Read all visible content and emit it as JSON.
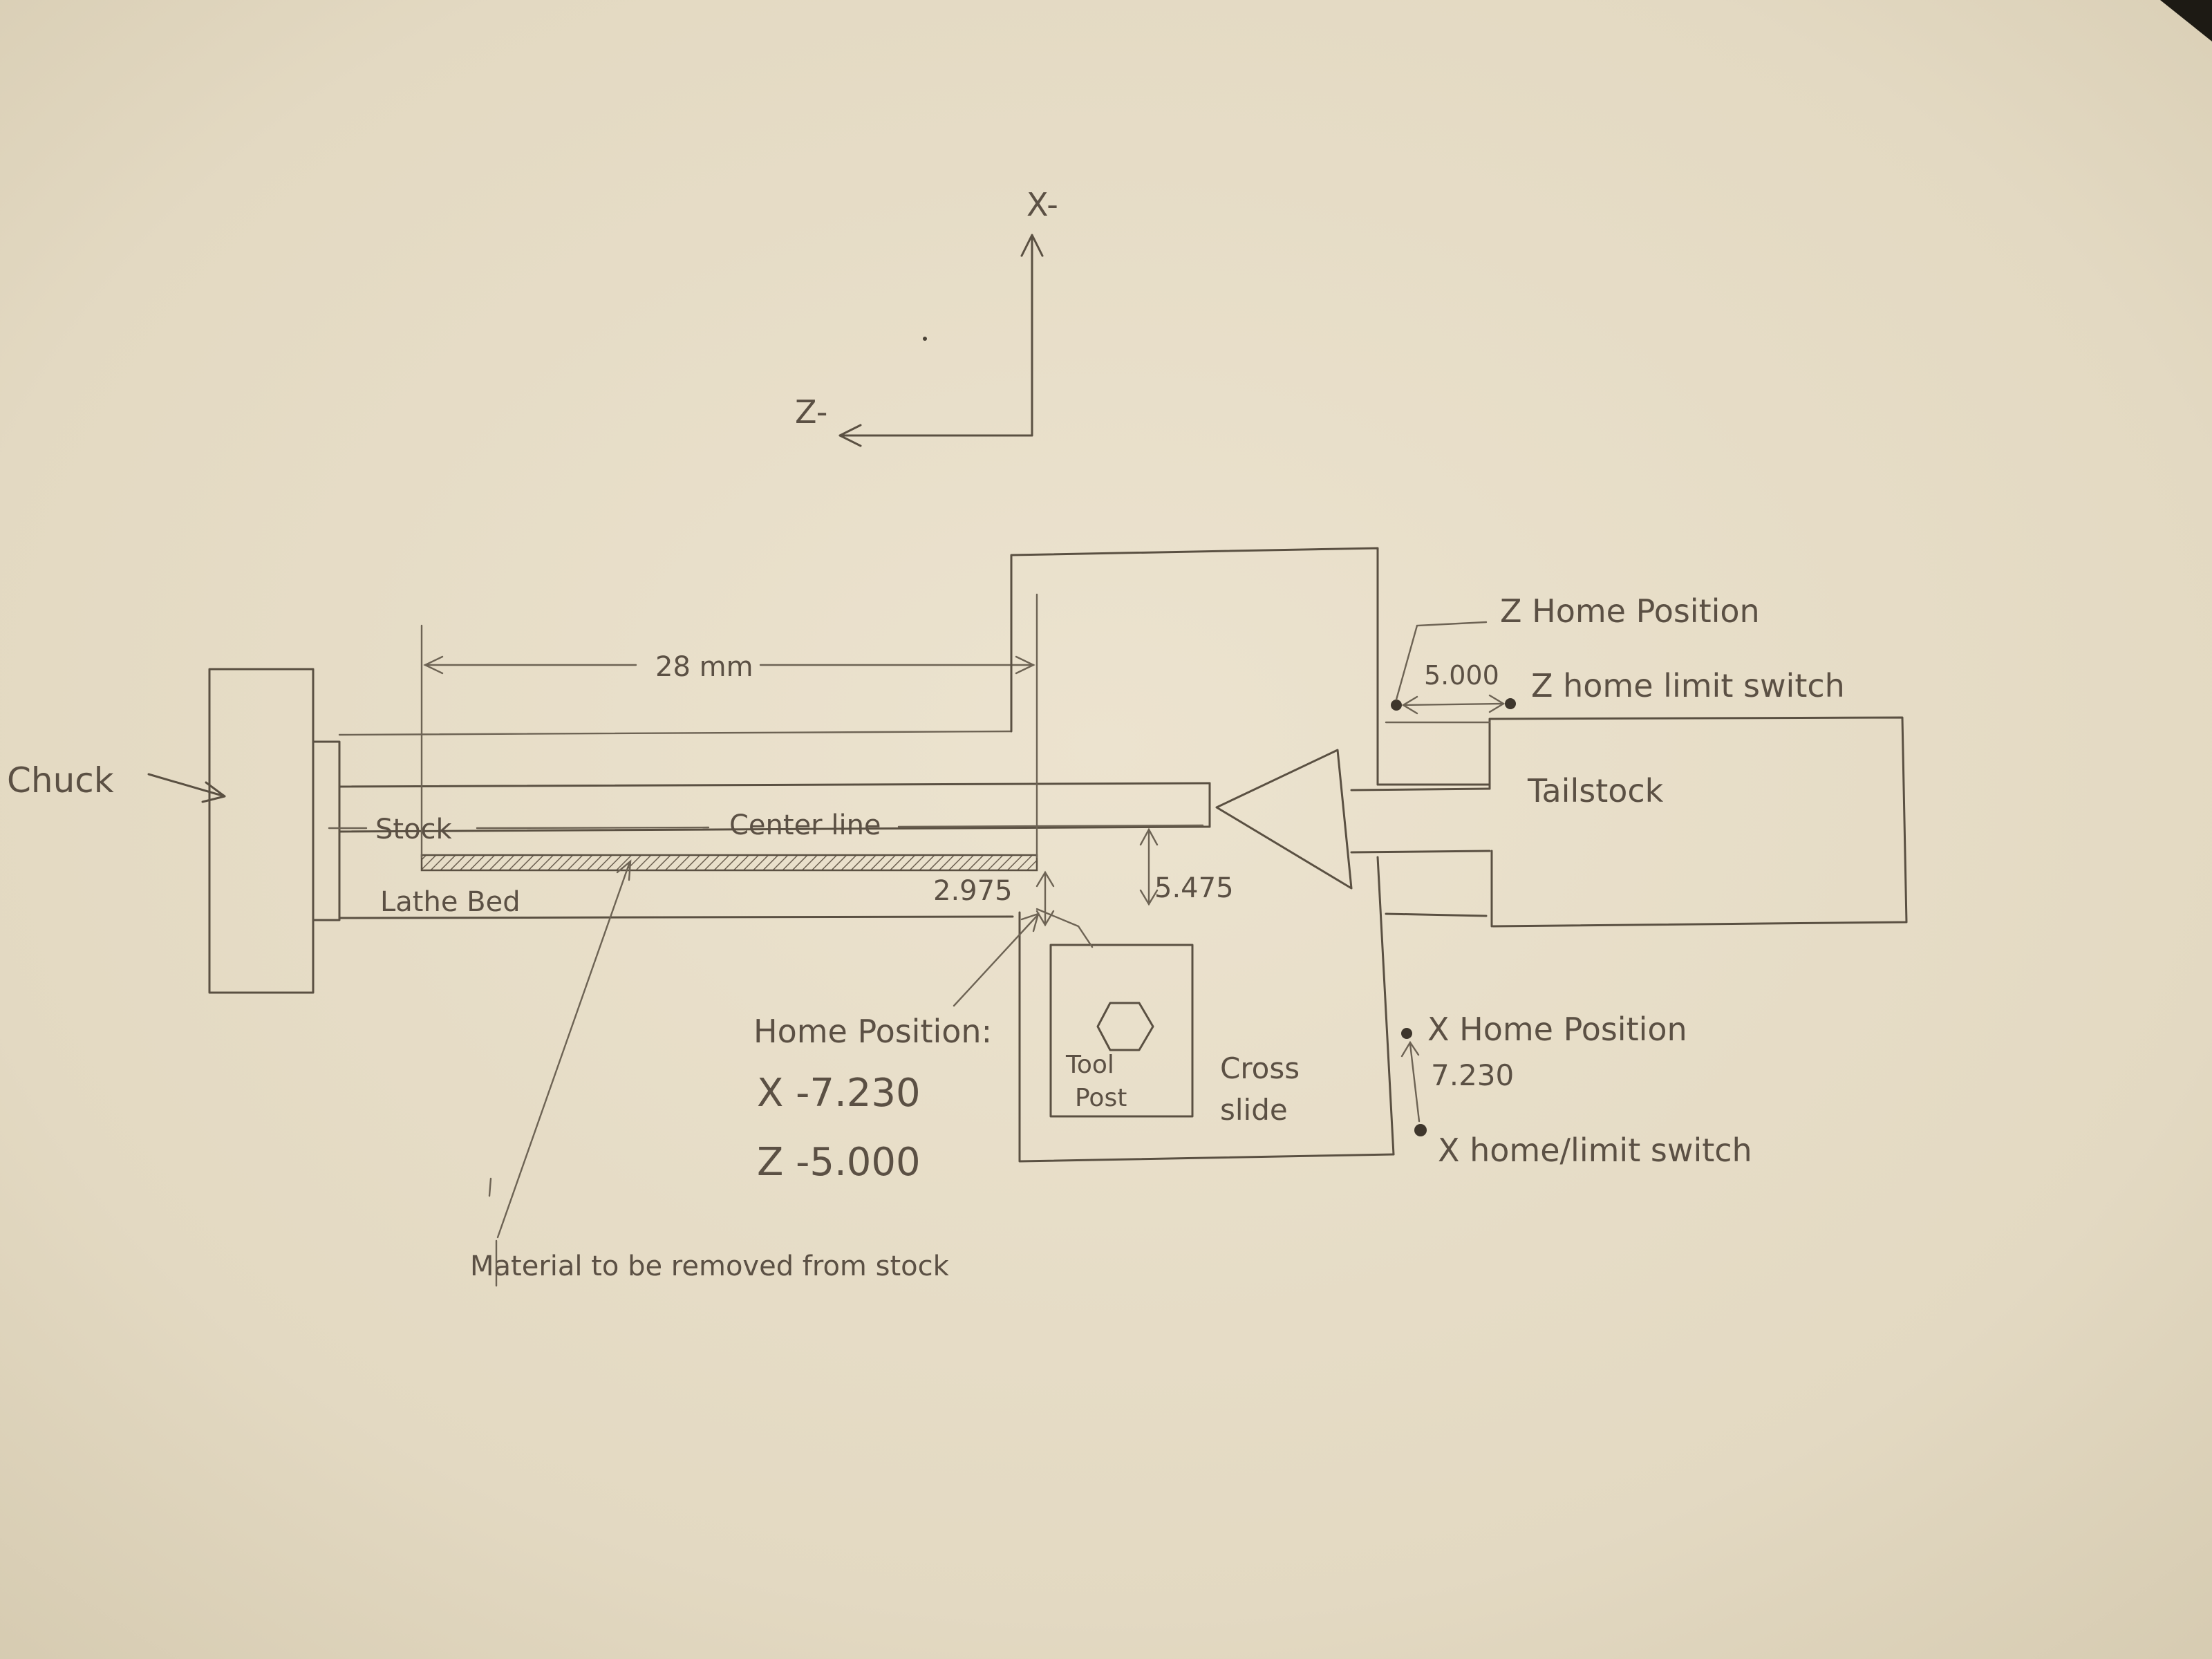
{
  "axes": {
    "x_label": "X-",
    "z_label": "Z-"
  },
  "labels": {
    "chuck": "Chuck",
    "stock": "Stock",
    "center_line": "Center line",
    "lathe_bed": "Lathe Bed",
    "tailstock": "Tailstock",
    "tool_post_line1": "Tool",
    "tool_post_line2": "Post",
    "cross_slide_line1": "Cross",
    "cross_slide_line2": "slide",
    "material_note": "Material to be removed from stock"
  },
  "dimensions": {
    "length_28": "28 mm",
    "z_offset": "5.000",
    "x_tool_offset": "2.975",
    "x_center_offset": "5.475",
    "x_home_offset": "7.230"
  },
  "home": {
    "title": "Home Position:",
    "x_value": "X -7.230",
    "z_value": "Z -5.000"
  },
  "z_home": {
    "position": "Z Home Position",
    "switch": "Z home limit switch"
  },
  "x_home": {
    "position": "X Home Position",
    "switch": "X home/limit switch"
  },
  "colors": {
    "paper": "#e7ddc7",
    "pencil": "#5a5042"
  }
}
